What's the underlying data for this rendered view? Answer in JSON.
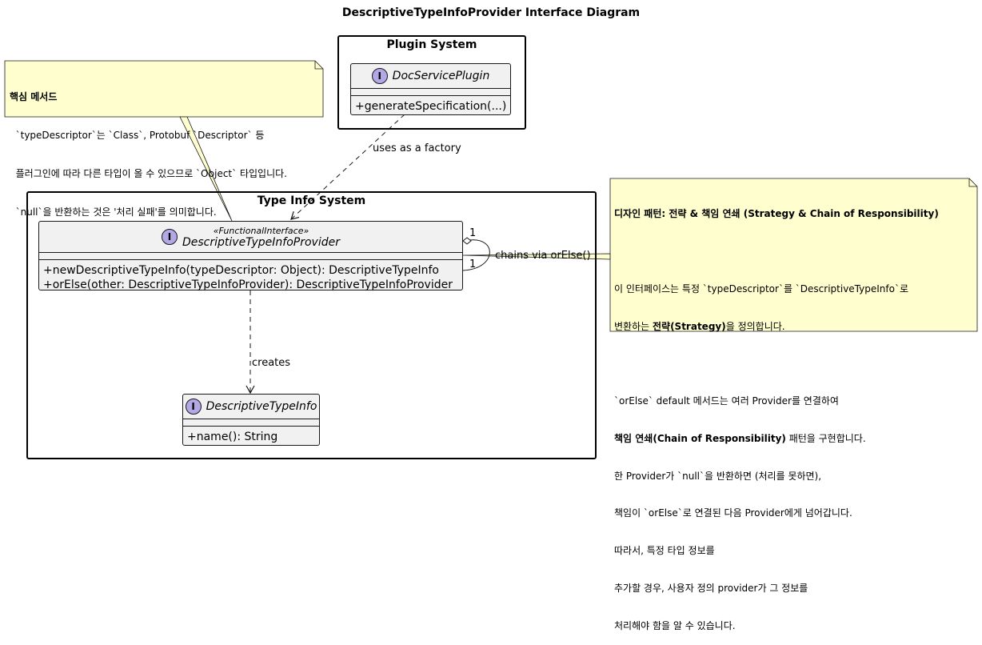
{
  "title": "DescriptiveTypeInfoProvider Interface Diagram",
  "packages": {
    "plugin_system": "Plugin System",
    "type_info_system": "Type Info System"
  },
  "interfaces": {
    "doc_service_plugin": {
      "icon": "I",
      "name": "DocServicePlugin",
      "methods": [
        "+generateSpecification(...)"
      ]
    },
    "descriptive_type_info_provider": {
      "icon": "I",
      "stereotype": "«FunctionalInterface»",
      "name": "DescriptiveTypeInfoProvider",
      "methods": [
        "+newDescriptiveTypeInfo(typeDescriptor: Object): DescriptiveTypeInfo",
        "+orElse(other: DescriptiveTypeInfoProvider): DescriptiveTypeInfoProvider"
      ]
    },
    "descriptive_type_info": {
      "icon": "I",
      "name": "DescriptiveTypeInfo",
      "methods": [
        "+name(): String"
      ]
    }
  },
  "relations": {
    "factory": "uses as a factory",
    "creates": "creates",
    "chain": "chains via orElse()",
    "mult_top": "1",
    "mult_bottom": "1"
  },
  "notes": {
    "core_method": {
      "title": "핵심 메서드",
      "lines": [
        "  `typeDescriptor`는 `Class`, Protobuf `Descriptor` 등",
        "  플러그인에 따라 다른 타입이 올 수 있으므로 `Object` 타입입니다.",
        "  `null`을 반환하는 것은 '처리 실패'를 의미합니다."
      ]
    },
    "design_pattern": {
      "title": "디자인 패턴: 전략 & 책임 연쇄 (Strategy & Chain of Responsibility)",
      "intro_1": "이 인터페이스는 특정 `typeDescriptor`를 `DescriptiveTypeInfo`로",
      "intro_2_pre": "변환하는 ",
      "intro_2_bold": "전략(Strategy)",
      "intro_2_post": "을 정의합니다.",
      "chain_1": "`orElse` default 메서드는 여러 Provider를 연결하여",
      "chain_2_bold": "책임 연쇄(Chain of Responsibility)",
      "chain_2_post": " 패턴을 구현합니다.",
      "lines": [
        "한 Provider가 `null`을 반환하면 (처리를 못하면),",
        "책임이 `orElse`로 연결된 다음 Provider에게 넘어갑니다.",
        "따라서, 특정 타입 정보를",
        "추가할 경우, 사용자 정의 provider가 그 정보를",
        "처리해야 함을 알 수 있습니다."
      ]
    }
  },
  "colors": {
    "class_fill": "#f1f1f1",
    "interface_icon": "#b4a7e5",
    "note_fill": "#fefece",
    "line": "#181818"
  }
}
